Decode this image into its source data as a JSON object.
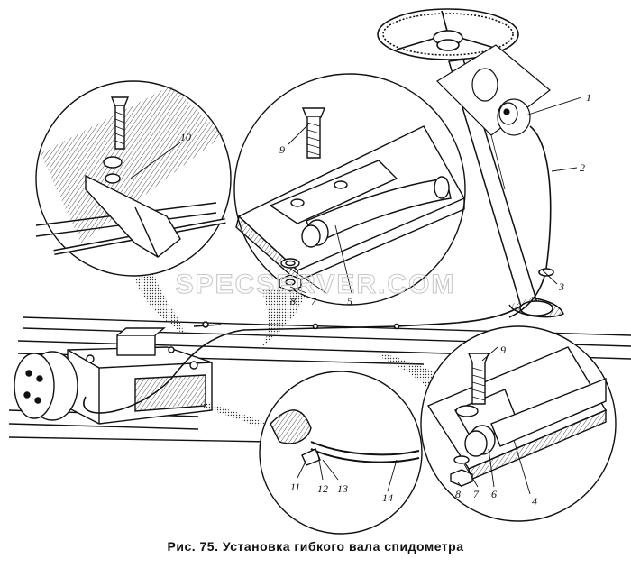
{
  "caption": "Рис. 75. Установка гибкого вала спидометра",
  "watermark": "SPECSERVER.COM",
  "callouts": [
    "1",
    "2",
    "3",
    "4",
    "5",
    "6",
    "7",
    "8",
    "9",
    "9",
    "10",
    "11",
    "12",
    "13",
    "14"
  ],
  "colors": {
    "ink": "#111111",
    "paper": "#ffffff",
    "hatch": "#555555",
    "watermark": "#c9c9c9"
  }
}
